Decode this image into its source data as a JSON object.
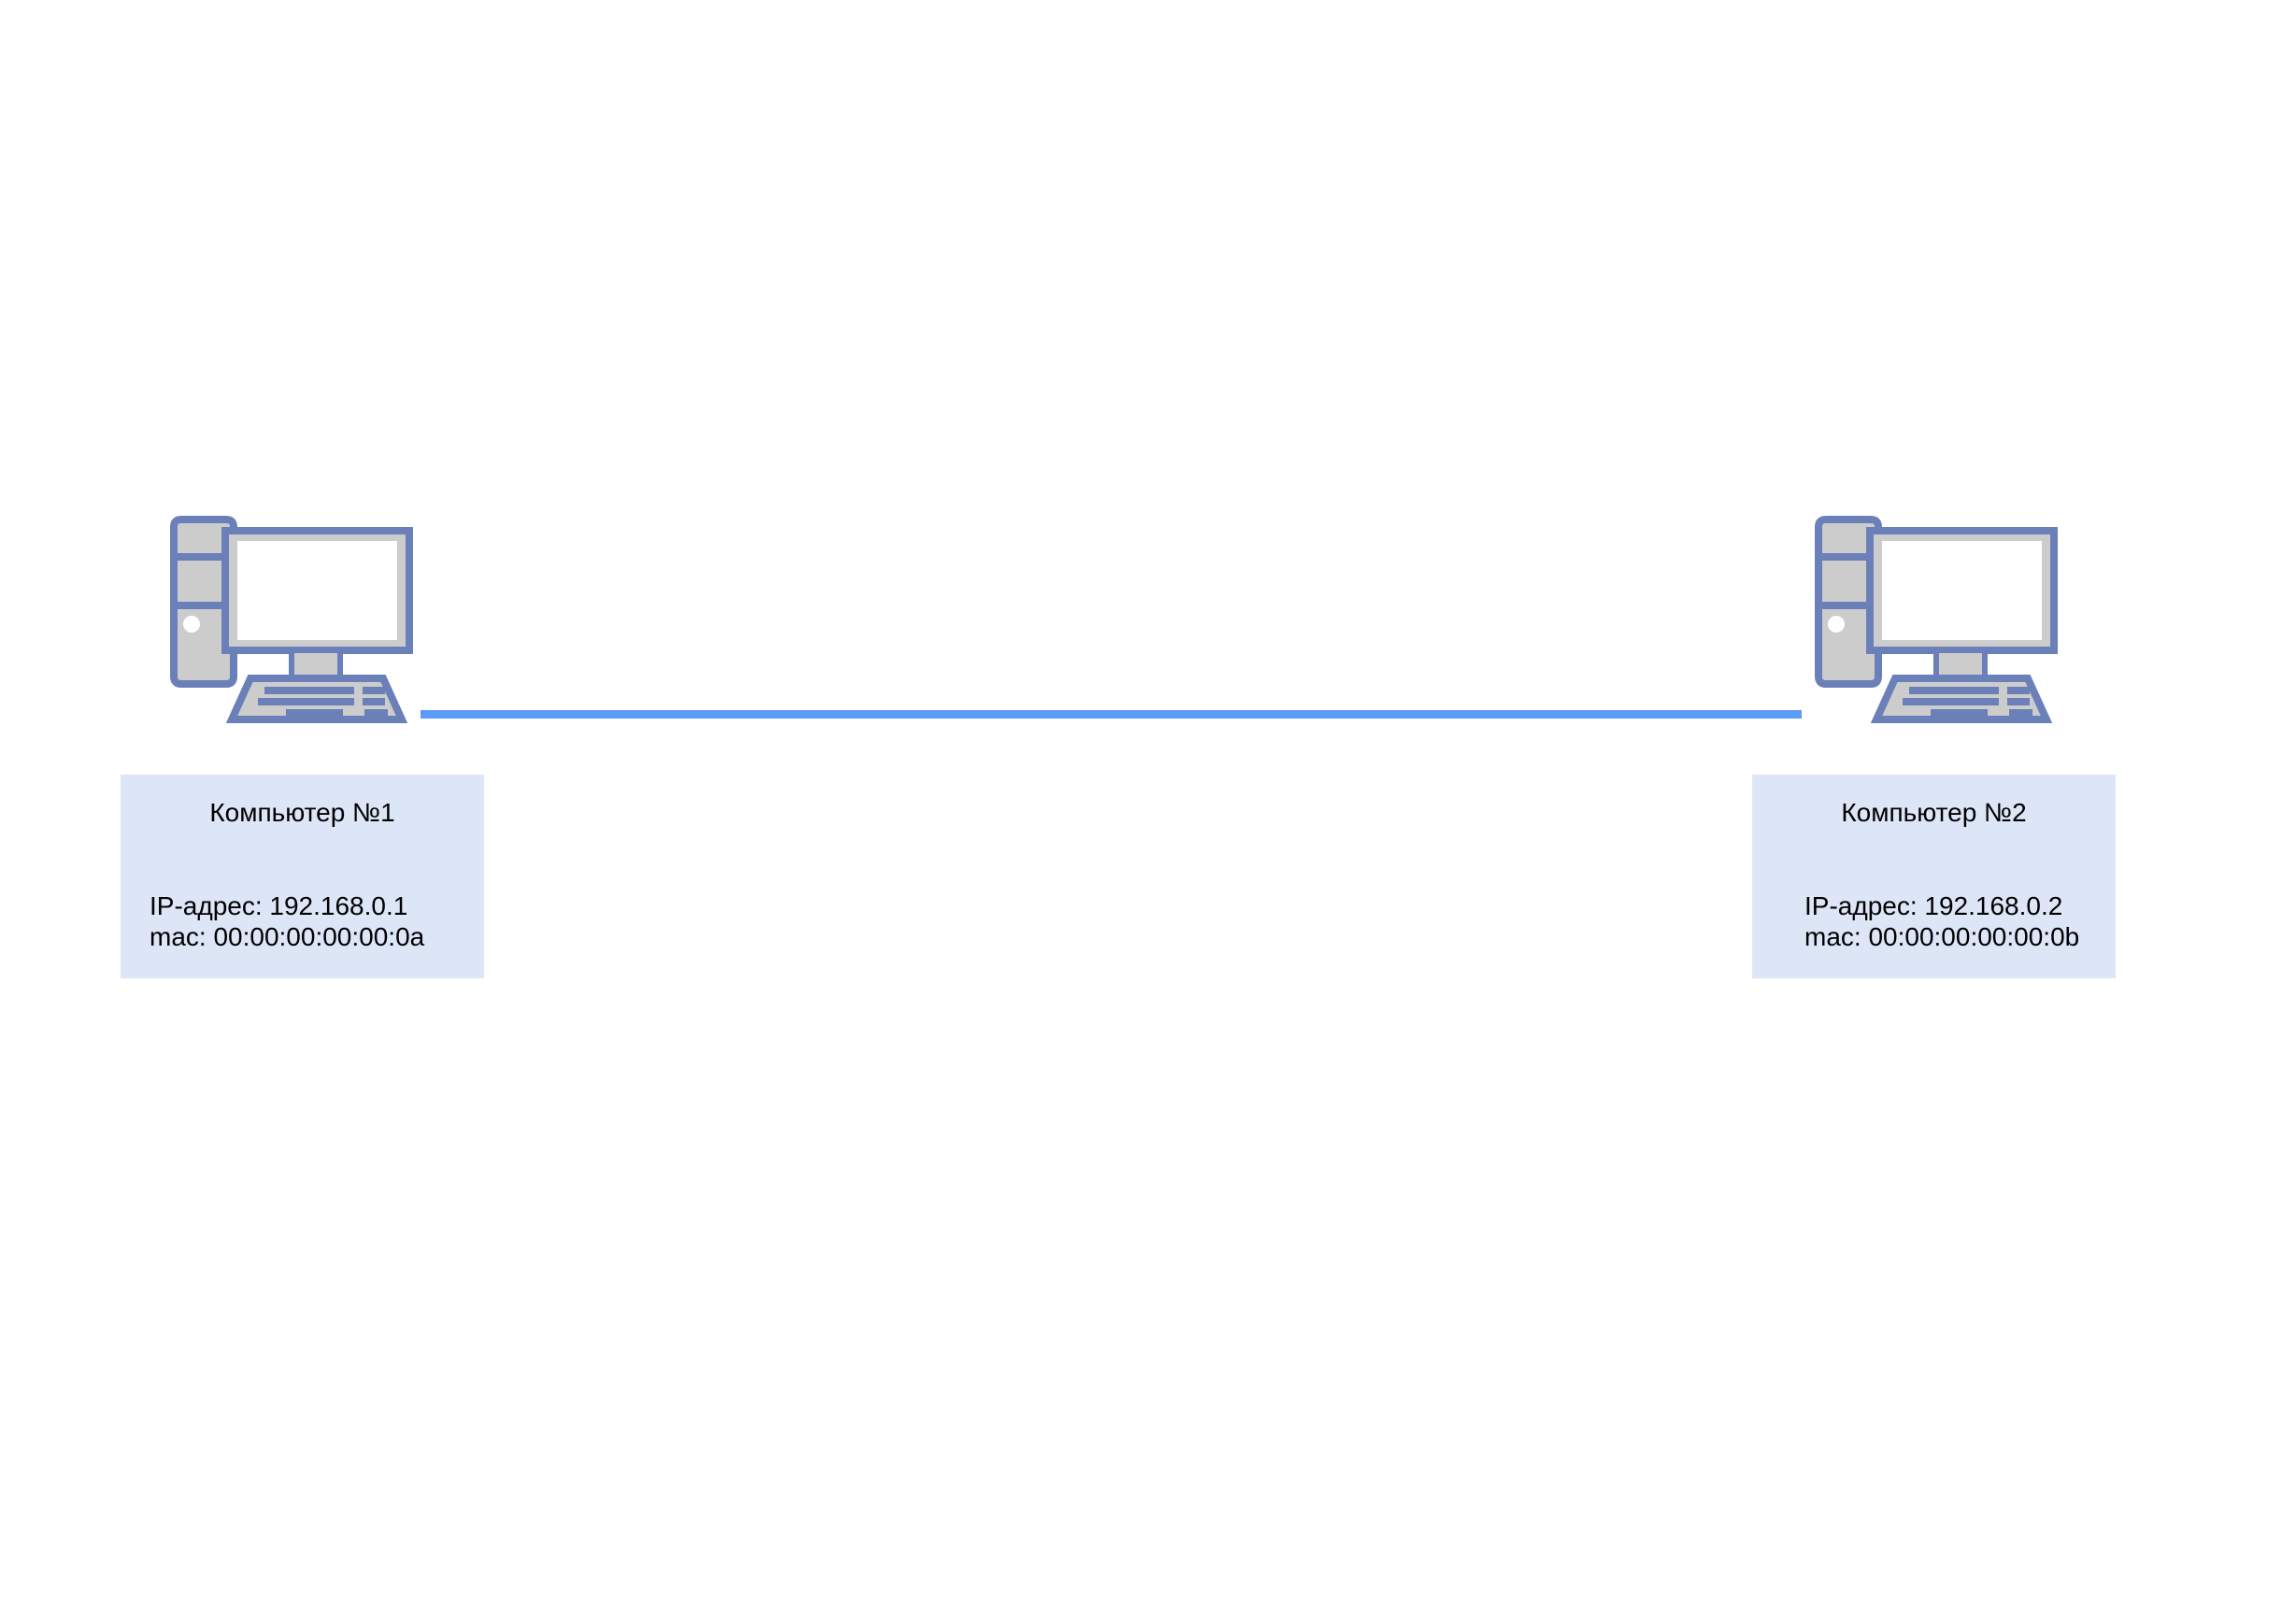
{
  "diagram": {
    "type": "network-topology",
    "background_color": "#ffffff",
    "link": {
      "name": "ethernet-link",
      "color": "#5b9bf5",
      "from": "computer-1",
      "to": "computer-2"
    },
    "palette": {
      "icon_outline": "#6b80b8",
      "icon_fill": "#cccccc",
      "icon_screen": "#ffffff",
      "label_fill": "#dce6f7",
      "text": "#000000",
      "link": "#5b9bf5"
    },
    "nodes": [
      {
        "id": "computer-1",
        "icon": "desktop-computer-icon",
        "title": "Компьютер №1",
        "details": [
          "IP-адрес: 192.168.0.1",
          "mac: 00:00:00:00:00:0a"
        ],
        "ip": "192.168.0.1",
        "mac": "00:00:00:00:00:0a"
      },
      {
        "id": "computer-2",
        "icon": "desktop-computer-icon",
        "title": "Компьютер №2",
        "details": [
          "IP-адрес: 192.168.0.2",
          "mac: 00:00:00:00:00:0b"
        ],
        "ip": "192.168.0.2",
        "mac": "00:00:00:00:00:0b"
      }
    ]
  }
}
